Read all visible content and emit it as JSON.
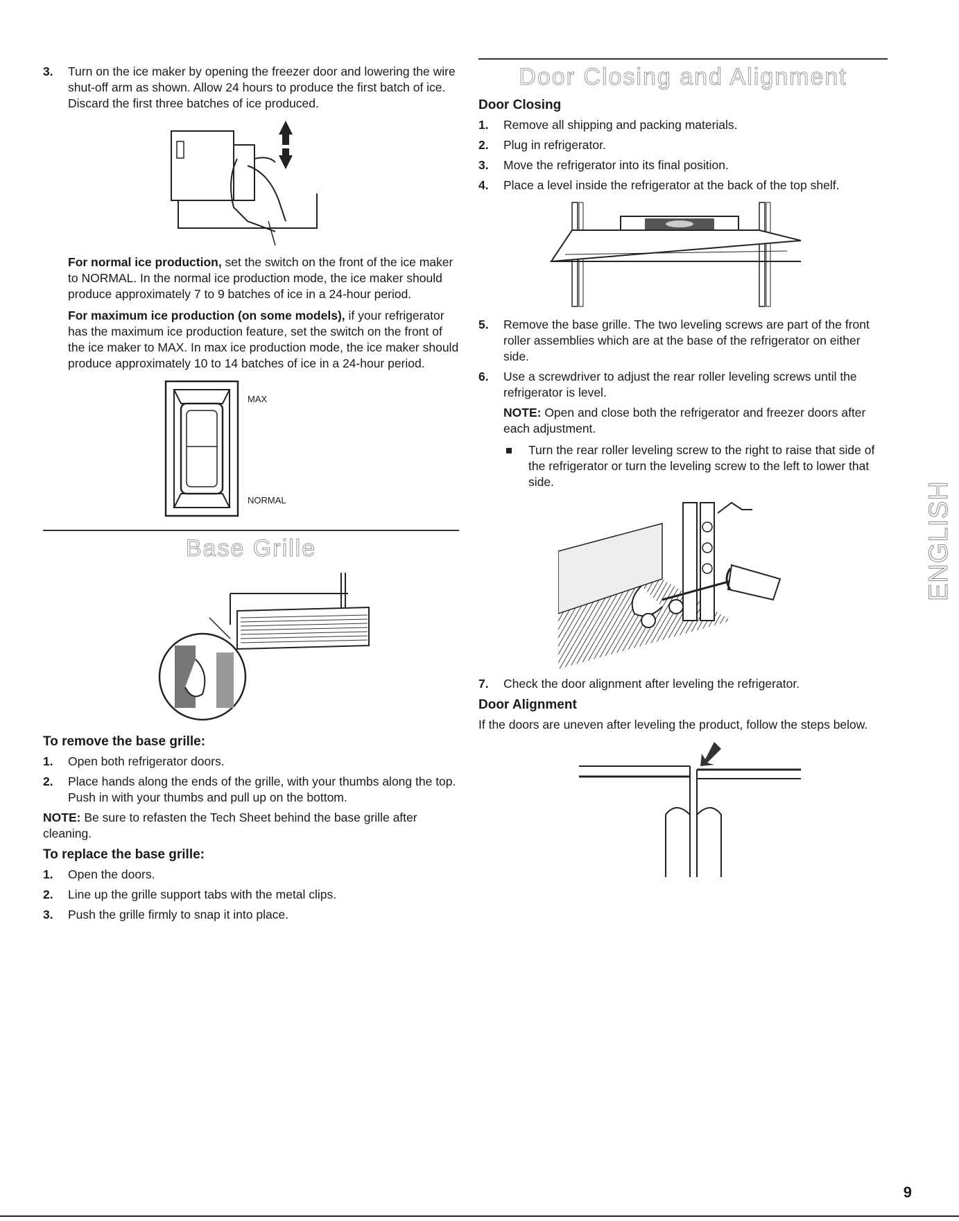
{
  "left": {
    "step3": {
      "num": "3.",
      "text": "Turn on the ice maker by opening the freezer door and lowering the wire shut-off arm as shown. Allow 24 hours to produce the first batch of ice. Discard the first three batches of ice produced."
    },
    "normal": {
      "lead": "For normal ice production,",
      "text": " set the switch on the front of the ice maker to NORMAL. In the normal ice production mode, the ice maker should produce approximately 7 to 9 batches of ice in a 24-hour period."
    },
    "maximum": {
      "lead": "For maximum ice production (on some models),",
      "text": " if your refrigerator has the maximum ice production feature, set the switch on the front of the ice maker to MAX. In max ice production mode, the ice maker should produce approximately 10 to 14 batches of ice in a 24-hour period."
    },
    "switch_labels": {
      "max": "MAX",
      "normal": "NORMAL"
    },
    "base_grille": {
      "heading": "Base Grille",
      "remove_heading": "To remove the base grille:",
      "remove_steps": [
        {
          "num": "1.",
          "text": "Open both refrigerator doors."
        },
        {
          "num": "2.",
          "text": "Place hands along the ends of the grille, with your thumbs along the top. Push in with your thumbs and pull up on the bottom."
        }
      ],
      "note_lead": "NOTE:",
      "note_text": " Be sure to refasten the Tech Sheet behind the base grille after cleaning.",
      "replace_heading": "To replace the base grille:",
      "replace_steps": [
        {
          "num": "1.",
          "text": "Open the doors."
        },
        {
          "num": "2.",
          "text": "Line up the grille support tabs with the metal clips."
        },
        {
          "num": "3.",
          "text": "Push the grille firmly to snap it into place."
        }
      ]
    }
  },
  "right": {
    "heading": "Door Closing and Alignment",
    "door_closing": {
      "heading": "Door Closing",
      "steps": [
        {
          "num": "1.",
          "text": "Remove all shipping and packing materials."
        },
        {
          "num": "2.",
          "text": "Plug in refrigerator."
        },
        {
          "num": "3.",
          "text": "Move the refrigerator into its final position."
        },
        {
          "num": "4.",
          "text": "Place a level inside the refrigerator at the back of the top shelf."
        }
      ],
      "steps2": [
        {
          "num": "5.",
          "text": "Remove the base grille. The two leveling screws are part of the front roller assemblies which are at the base of the refrigerator on either side."
        },
        {
          "num": "6.",
          "text": "Use a screwdriver to adjust the rear roller leveling screws until the refrigerator is level."
        }
      ],
      "note_lead": "NOTE:",
      "note_text": " Open and close both the refrigerator and freezer doors after each adjustment.",
      "bullet": "Turn the rear roller leveling screw to the right to raise that side of the refrigerator or turn the leveling screw to the left to lower that side.",
      "step7": {
        "num": "7.",
        "text": "Check the door alignment after leveling the refrigerator."
      }
    },
    "door_alignment": {
      "heading": "Door Alignment",
      "text": "If the doors are uneven after leveling the product, follow the steps below."
    }
  },
  "side_tab": "ENGLISH",
  "page_number": "9"
}
